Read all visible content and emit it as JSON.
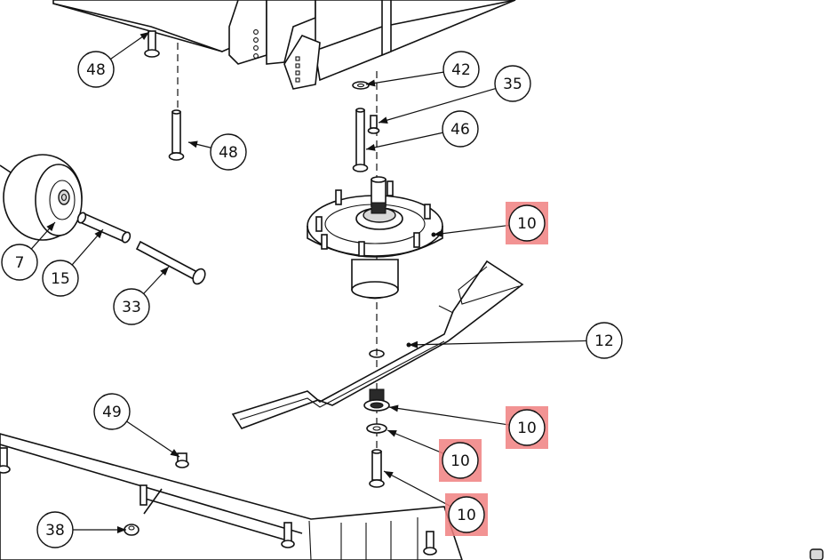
{
  "callouts": [
    {
      "id": "48a",
      "label": "48",
      "highlighted": false
    },
    {
      "id": "48b",
      "label": "48",
      "highlighted": false
    },
    {
      "id": "42",
      "label": "42",
      "highlighted": false
    },
    {
      "id": "35",
      "label": "35",
      "highlighted": false
    },
    {
      "id": "46",
      "label": "46",
      "highlighted": false
    },
    {
      "id": "10a",
      "label": "10",
      "highlighted": true
    },
    {
      "id": "7",
      "label": "7",
      "highlighted": false
    },
    {
      "id": "15",
      "label": "15",
      "highlighted": false
    },
    {
      "id": "33",
      "label": "33",
      "highlighted": false
    },
    {
      "id": "12",
      "label": "12",
      "highlighted": false
    },
    {
      "id": "10b",
      "label": "10",
      "highlighted": true
    },
    {
      "id": "10c",
      "label": "10",
      "highlighted": true
    },
    {
      "id": "10d",
      "label": "10",
      "highlighted": true
    },
    {
      "id": "49",
      "label": "49",
      "highlighted": false
    },
    {
      "id": "38",
      "label": "38",
      "highlighted": false
    }
  ],
  "colors": {
    "highlight": "#f08080",
    "line": "#111111",
    "background": "#ffffff"
  }
}
